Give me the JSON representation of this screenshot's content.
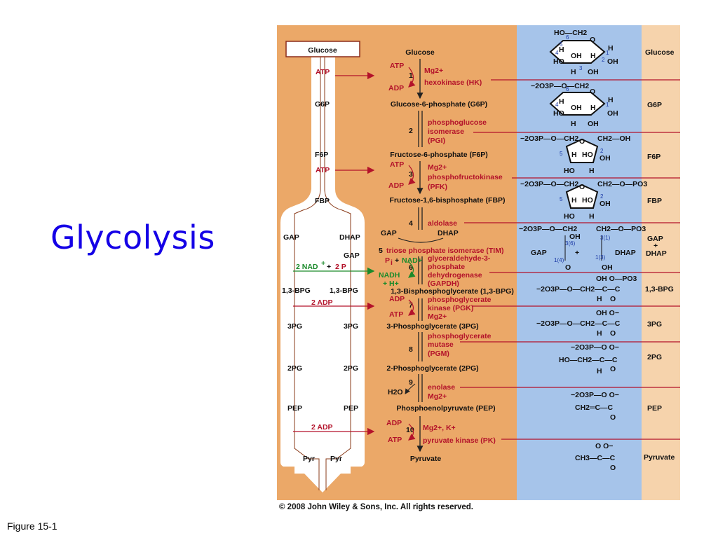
{
  "slide": {
    "title": "Glycolysis",
    "figure_label": "Figure 15-1",
    "copyright": "© 2008 John Wiley & Sons, Inc. All rights reserved."
  },
  "colors": {
    "orange_panel": "#eba868",
    "blue_panel": "#a6c4ea",
    "peach_panel": "#f6d3ac",
    "enzyme_red": "#b3122a",
    "nadh_green": "#1a8a2a",
    "title_blue": "#1500e6"
  },
  "overview": {
    "glucose_box": "Glucose",
    "atp1": "ATP",
    "g6p": "G6P",
    "f6p": "F6P",
    "atp2": "ATP",
    "fbp": "FBP",
    "gap_left": "GAP",
    "dhap": "DHAP",
    "gap_right": "GAP",
    "nad_left": "2 NAD",
    "nad_sup": "+",
    "nad_plus": "+",
    "pi_left": "2 P",
    "bpg_left": "1,3-BPG",
    "bpg_right": "1,3-BPG",
    "adp1": "2 ADP",
    "pg3_left": "3PG",
    "pg3_right": "3PG",
    "pg2_left": "2PG",
    "pg2_right": "2PG",
    "pep_left": "PEP",
    "pep_right": "PEP",
    "adp2": "2 ADP",
    "pyr_left": "Pyr",
    "pyr_right": "Pyr"
  },
  "pathway": {
    "metabolites": [
      "Glucose",
      "Glucose-6-phosphate (G6P)",
      "Fructose-6-phosphate (F6P)",
      "Fructose-1,6-bisphosphate (FBP)",
      "1,3-Bisphosphoglycerate (1,3-BPG)",
      "3-Phosphoglycerate (3PG)",
      "2-Phosphoglycerate (2PG)",
      "Phosphoenolpyruvate (PEP)",
      "Pyruvate"
    ],
    "gap": "GAP",
    "dhap": "DHAP",
    "steps": [
      "1",
      "2",
      "3",
      "4",
      "5",
      "6",
      "7",
      "8",
      "9",
      "10"
    ],
    "s1": {
      "atp": "ATP",
      "adp": "ADP",
      "cofactor": "Mg2+",
      "enzyme": "hexokinase (HK)"
    },
    "s2": {
      "enzyme_lines": [
        "phosphoglucose",
        "isomerase",
        "(PGI)"
      ]
    },
    "s3": {
      "atp": "ATP",
      "adp": "ADP",
      "cofactor": "Mg2+",
      "enzyme_lines": [
        "phosphofructokinase",
        "(PFK)"
      ]
    },
    "s4": {
      "enzyme": "aldolase"
    },
    "s5": {
      "enzyme": "triose phosphate isomerase (TIM)"
    },
    "s6": {
      "pi": "P",
      "pi_sub": "i",
      "plus": "+",
      "nad": "NAD+",
      "nadh": "NADH",
      "h": "+ H+",
      "enzyme_lines": [
        "glyceraldehyde-3-",
        "phosphate",
        "dehydrogenase",
        "(GAPDH)"
      ]
    },
    "s7": {
      "adp": "ADP",
      "atp": "ATP",
      "cofactor": "Mg2+",
      "enzyme_lines": [
        "phosphoglycerate",
        "kinase (PGK)"
      ]
    },
    "s8": {
      "enzyme_lines": [
        "phosphoglycerate",
        "mutase",
        "(PGM)"
      ]
    },
    "s9": {
      "water": "H2O",
      "enzyme": "enolase",
      "cofactor": "Mg2+"
    },
    "s10": {
      "adp": "ADP",
      "atp": "ATP",
      "cofactor": "Mg2+, K+",
      "enzyme": "pyruvate kinase (PK)"
    }
  },
  "structures": {
    "glucose": {
      "top": "HO—CH2",
      "h_left": "H",
      "oh_mid": "OH",
      "h_mid": "H",
      "h_right": "H",
      "ho_left": "HO",
      "oh_right": "OH",
      "h_bot": "H",
      "oh_bot": "OH",
      "o": "O"
    },
    "g6p": {
      "top": "−2O3P—O—CH2",
      "ho_left": "HO",
      "oh_right": "OH",
      "h_bot": "H",
      "oh_bot": "OH"
    },
    "f6p": {
      "left": "−2O3P—O—CH2",
      "right": "CH2—OH",
      "oh_right": "OH",
      "ho_bot": "HO",
      "h_bot": "H"
    },
    "fbp": {
      "left": "−2O3P—O—CH2",
      "right": "CH2—O—PO3",
      "oh_right": "OH",
      "ho_bot": "HO",
      "h_bot": "H"
    },
    "gap_dhap": {
      "left": "−2O3P—O—CH2",
      "right": "CH2—O—PO3",
      "gap": "GAP",
      "dhap": "DHAP",
      "plus": "+"
    },
    "bpg": {
      "formula": "−2O3P—O—CH2—C—C",
      "top": "OH  O—PO3"
    },
    "pg3": {
      "formula": "−2O3P—O—CH2—C—C",
      "top": "OH  O−"
    },
    "pg2": {
      "top": "−2O3P—O  O−",
      "formula": "HO—CH2—C—C"
    },
    "pep": {
      "top": "−2O3P—O  O−",
      "formula": "CH2═C—C"
    },
    "pyruvate": {
      "top": "O  O−",
      "formula": "CH3—C—C"
    }
  },
  "side_labels": [
    "Glucose",
    "G6P",
    "F6P",
    "FBP",
    "GAP",
    "+",
    "DHAP",
    "1,3-BPG",
    "3PG",
    "2PG",
    "PEP",
    "Pyruvate"
  ]
}
